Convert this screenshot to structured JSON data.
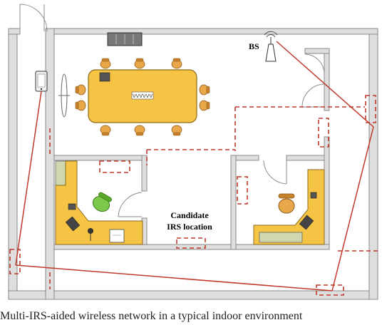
{
  "labels": {
    "bs": "BS",
    "candidate_line1": "Candidate",
    "candidate_line2": "IRS location",
    "table_tag": "VVVVVV"
  },
  "caption": "Multi-IRS-aided wireless network in a typical indoor environment",
  "colors": {
    "wall": "#8a8a8a",
    "wall_fill": "#dedede",
    "furniture": "#f6c445",
    "furniture_edge": "#8a6a1a",
    "chair": "#e8a84a",
    "green_chair": "#7cc84a",
    "signal_path": "#c0392b"
  },
  "icons": [
    "smartphone-icon",
    "antenna-icon",
    "window-icon",
    "chair-icon",
    "laptop-icon",
    "monitor-icon",
    "printer-icon",
    "phone-icon",
    "lamp-icon"
  ]
}
